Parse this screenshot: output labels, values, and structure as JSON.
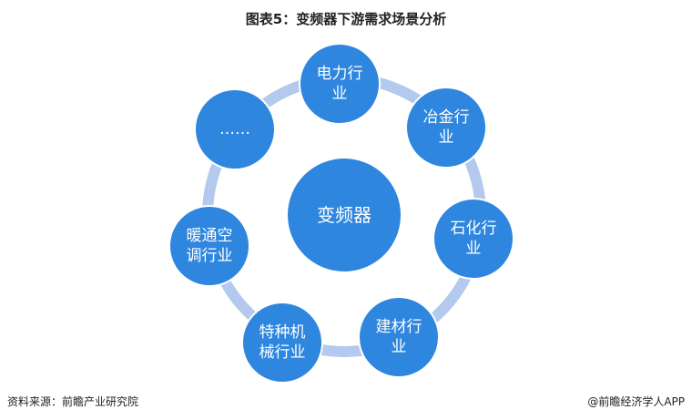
{
  "title": "图表5：变频器下游需求场景分析",
  "diagram": {
    "center": "变频器",
    "nodes": [
      {
        "lines": [
          "电力行",
          "业"
        ]
      },
      {
        "lines": [
          "冶金行",
          "业"
        ]
      },
      {
        "lines": [
          "石化行",
          "业"
        ]
      },
      {
        "lines": [
          "建材行",
          "业"
        ]
      },
      {
        "lines": [
          "特种机",
          "械行业"
        ]
      },
      {
        "lines": [
          "暖通空",
          "调行业"
        ]
      },
      {
        "lines": [
          "……"
        ]
      }
    ]
  },
  "footer": {
    "source": "资料来源：前瞻产业研究院",
    "brand": "@前瞻经济学人APP"
  },
  "colors": {
    "node": "#2e86de",
    "ring": "#b3c9ee"
  }
}
